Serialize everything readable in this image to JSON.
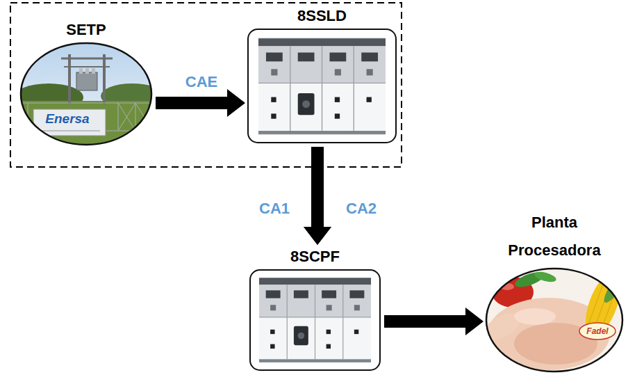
{
  "diagram": {
    "nodes": [
      {
        "text": [
          "SETP"
        ]
      },
      {
        "text": [
          "8SSLD"
        ]
      },
      {
        "text": [
          "8SCPF"
        ]
      },
      {
        "text": [
          "Planta Procesadora"
        ]
      }
    ],
    "edges": [
      {
        "from": 0,
        "to": 1,
        "label": "CAE",
        "arrow": "to"
      },
      {
        "from": 1,
        "to": 2,
        "label": "CA1",
        "arrow": "to"
      },
      {
        "from": 1,
        "to": 2,
        "label": "CA2",
        "arrow": "to"
      },
      {
        "from": 2,
        "to": 3,
        "arrow": "to"
      }
    ],
    "labels": [
      "Enersa",
      "Fadel"
    ]
  }
}
